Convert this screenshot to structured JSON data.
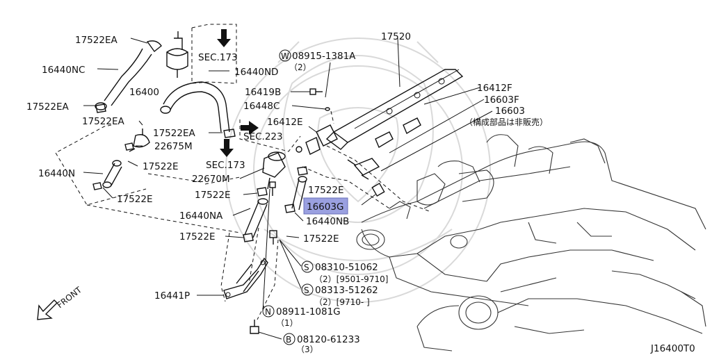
{
  "diagram": {
    "code": "J16400T0",
    "direction": "FRONT",
    "labels": {
      "p17522EA_1": "17522EA",
      "p16440NC": "16440NC",
      "p16400": "16400",
      "p17522EA_2": "17522EA",
      "p17522EA_3": "17522EA",
      "p17522EA_4": "17522EA",
      "p22675M": "22675M",
      "p17522E_1": "17522E",
      "p16440N": "16440N",
      "p17522E_2": "17522E",
      "p22670M": "22670M",
      "p17522E_3": "17522E",
      "p16440NA": "16440NA",
      "p17522E_4": "17522E",
      "p16441P": "16441P",
      "sec173_a": "SEC.173",
      "sec173_b": "SEC.173",
      "sec223": "SEC.223",
      "p16440ND": "16440ND",
      "p16419B": "16419B",
      "p16448C": "16448C",
      "p16412E": "16412E",
      "p17522E_5": "17522E",
      "p16603G_main": "16603",
      "p16603G_suffix": "G",
      "p16440NB": "16440NB",
      "p17522E_6": "17522E",
      "p17520": "17520",
      "p16412F": "16412F",
      "p16603F": "16603F",
      "p16603": "16603",
      "p16603_note": "（構成部品は非販売）",
      "w_part": "08915-1381A",
      "w_qty": "（2）",
      "s1_part": "08310-51062",
      "s1_qty": "（2）[9501-9710]",
      "s2_part": "08313-51262",
      "s2_qty": "（2）[9710-      ]",
      "n_part": "08911-1081G",
      "n_qty": "（1）",
      "b_part": "08120-61233",
      "b_qty": "（3）",
      "sym_w": "W",
      "sym_s": "S",
      "sym_n": "N",
      "sym_b": "B"
    }
  }
}
